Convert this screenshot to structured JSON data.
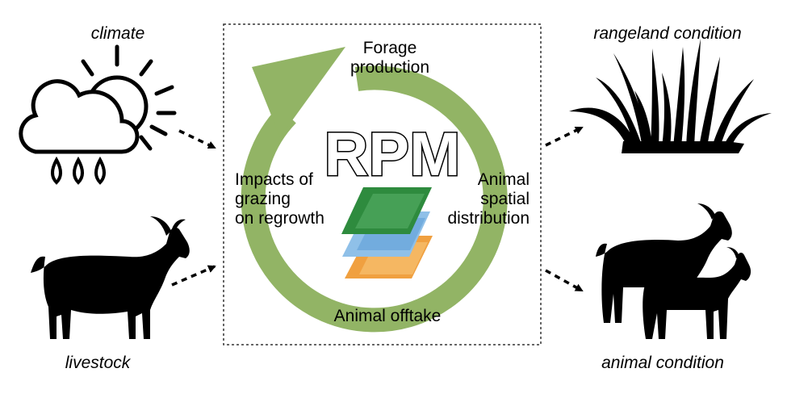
{
  "inputs": {
    "climate": "climate",
    "livestock": "livestock"
  },
  "outputs": {
    "rangeland": "rangeland condition",
    "animal": "animal condition"
  },
  "model": {
    "name": "RPM",
    "cycle": {
      "top": [
        "Forage",
        "production"
      ],
      "left": [
        "Impacts of",
        "grazing",
        "on regrowth"
      ],
      "right": [
        "Animal",
        "spatial",
        "distribution"
      ],
      "bottom": "Animal offtake"
    }
  },
  "colors": {
    "cycle_arrow": "#92b465",
    "layer_top": "#2e8b3e",
    "layer_mid": "#7db3e0",
    "layer_bottom": "#f0a040",
    "silhouette": "#000000"
  },
  "icons": [
    "cloud-sun-rain-icon",
    "goat-icon",
    "grass-icon",
    "goats-icon"
  ]
}
